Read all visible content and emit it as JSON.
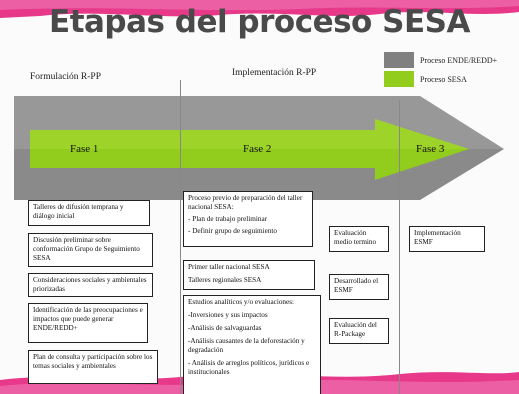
{
  "title": "Etapas del proceso SESA",
  "legend": [
    {
      "label": "Proceso ENDE/REDD+",
      "color": "#808080"
    },
    {
      "label": "Proceso SESA",
      "color": "#92cc1c"
    }
  ],
  "columns": {
    "formulacion": "Formulación R-PP",
    "implementacion": "Implementación  R-PP"
  },
  "phases": [
    "Fase 1",
    "Fase 2",
    "Fase 3"
  ],
  "col1_boxes": [
    "Talleres de difusión temprana y diálogo inicial",
    "Discusión preliminar sobre conformación Grupo de Seguimiento SESA",
    "Consideraciones sociales y ambientales priorizadas",
    "Identificación de las preocupaciones e impactos que puede generar ENDE/REDD+",
    "Plan de consulta y participación sobre los temas sociales y ambientales"
  ],
  "col2_box1": {
    "title": "Proceso previo de preparación del taller nacional SESA:",
    "items": [
      "- Plan de trabajo preliminar",
      "- Definir grupo de seguimiento"
    ]
  },
  "col2_box2": [
    "Primer taller nacional SESA",
    "Talleres regionales SESA"
  ],
  "col2_box3": {
    "title": "Estudios analíticos y/o evaluaciones:",
    "items": [
      "-Inversiones y sus impactos",
      "-Análisis de salvaguardas",
      "-Análisis causantes de la deforestación y degradación",
      "- Análisis de arreglos políticos, jurídicos e institucionales"
    ]
  },
  "col3_boxes": [
    "Evaluación medio termino",
    "Desarrollado el ESMF",
    "Evaluación del R-Package"
  ],
  "col4_boxes": [
    "Implementación ESMF"
  ]
}
